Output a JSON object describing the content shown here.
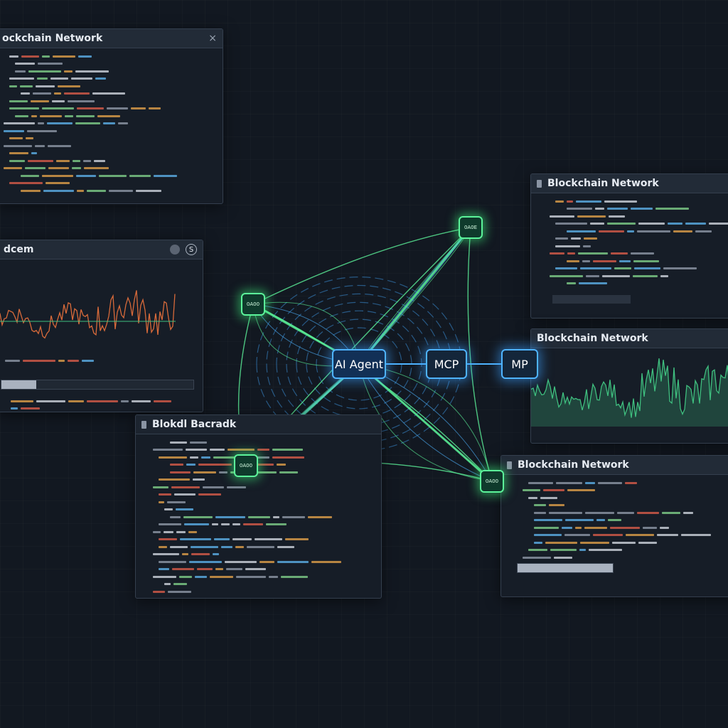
{
  "panels": [
    {
      "title": "ockchain Network",
      "close": "×"
    },
    {
      "title": "dcem",
      "icon": "S"
    },
    {
      "title": "Blokdl Bacradk"
    },
    {
      "title": "Blockchain Network"
    },
    {
      "title": "Blockchain Network"
    },
    {
      "title": "Blockchain Network"
    }
  ],
  "diagram": {
    "center": "AI Agent",
    "mcp": "MCP",
    "mp": "MP",
    "peers": [
      "0A00",
      "0A0E",
      "0A00",
      "0A00"
    ]
  },
  "colors": {
    "green": "#5cf39a",
    "blue": "#4fb4ff",
    "orange": "#d86a3a",
    "chart_green": "#3fbf7f"
  }
}
